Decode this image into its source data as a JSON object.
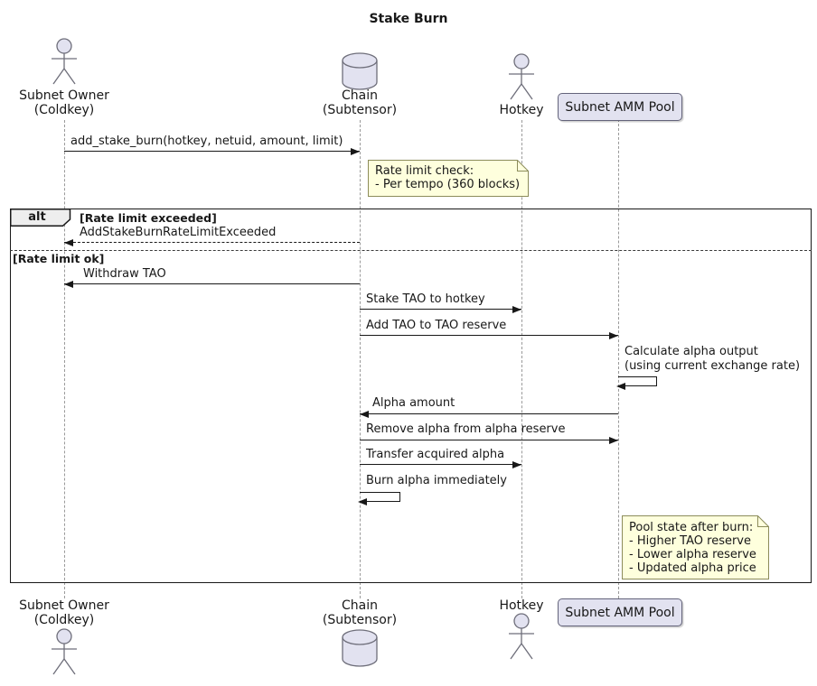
{
  "title": "Stake Burn",
  "participants": {
    "subnet_owner": {
      "line1": "Subnet Owner",
      "line2": "(Coldkey)",
      "type": "actor"
    },
    "chain": {
      "line1": "Chain",
      "line2": "(Subtensor)",
      "type": "database"
    },
    "hotkey": {
      "line1": "Hotkey",
      "type": "actor"
    },
    "amm_pool": {
      "label": "Subnet AMM Pool",
      "type": "participant"
    }
  },
  "alt": {
    "keyword": "alt",
    "guard_exceeded": "[Rate limit exceeded]",
    "guard_ok": "[Rate limit ok]"
  },
  "messages": [
    {
      "label": "add_stake_burn(hotkey, netuid, amount, limit)",
      "from": "subnet_owner",
      "to": "chain",
      "kind": "solid"
    },
    {
      "label": "AddStakeBurnRateLimitExceeded",
      "from": "chain",
      "to": "subnet_owner",
      "kind": "dashed-return"
    },
    {
      "label": "Withdraw TAO",
      "from": "chain",
      "to": "subnet_owner",
      "kind": "solid"
    },
    {
      "label": "Stake TAO to hotkey",
      "from": "chain",
      "to": "hotkey",
      "kind": "solid"
    },
    {
      "label": "Add TAO to TAO reserve",
      "from": "chain",
      "to": "amm_pool",
      "kind": "solid"
    },
    {
      "line1": "Calculate alpha output",
      "line2": "(using current exchange rate)",
      "from": "amm_pool",
      "to": "amm_pool",
      "kind": "self"
    },
    {
      "label": "Alpha amount",
      "from": "amm_pool",
      "to": "chain",
      "kind": "solid"
    },
    {
      "label": "Remove alpha from alpha reserve",
      "from": "chain",
      "to": "amm_pool",
      "kind": "solid"
    },
    {
      "label": "Transfer acquired alpha",
      "from": "chain",
      "to": "hotkey",
      "kind": "solid"
    },
    {
      "label": "Burn alpha immediately",
      "from": "chain",
      "to": "chain",
      "kind": "self"
    }
  ],
  "notes": {
    "rate_limit": [
      "Rate limit check:",
      "- Per tempo (360 blocks)"
    ],
    "pool_state": [
      "Pool state after burn:",
      "- Higher TAO reserve",
      "- Lower alpha reserve",
      "- Updated alpha price"
    ]
  },
  "colors": {
    "participant_fill": "#E2E2F0",
    "participant_border": "#6e6e7a",
    "note_fill": "#FEFFDD",
    "note_border": "#8c8c5a",
    "frame_border": "#181818",
    "arrow": "#181818",
    "lifeline": "#9a9a9a",
    "alt_label_fill": "#EEEEEE",
    "background": "#FFFFFF"
  }
}
